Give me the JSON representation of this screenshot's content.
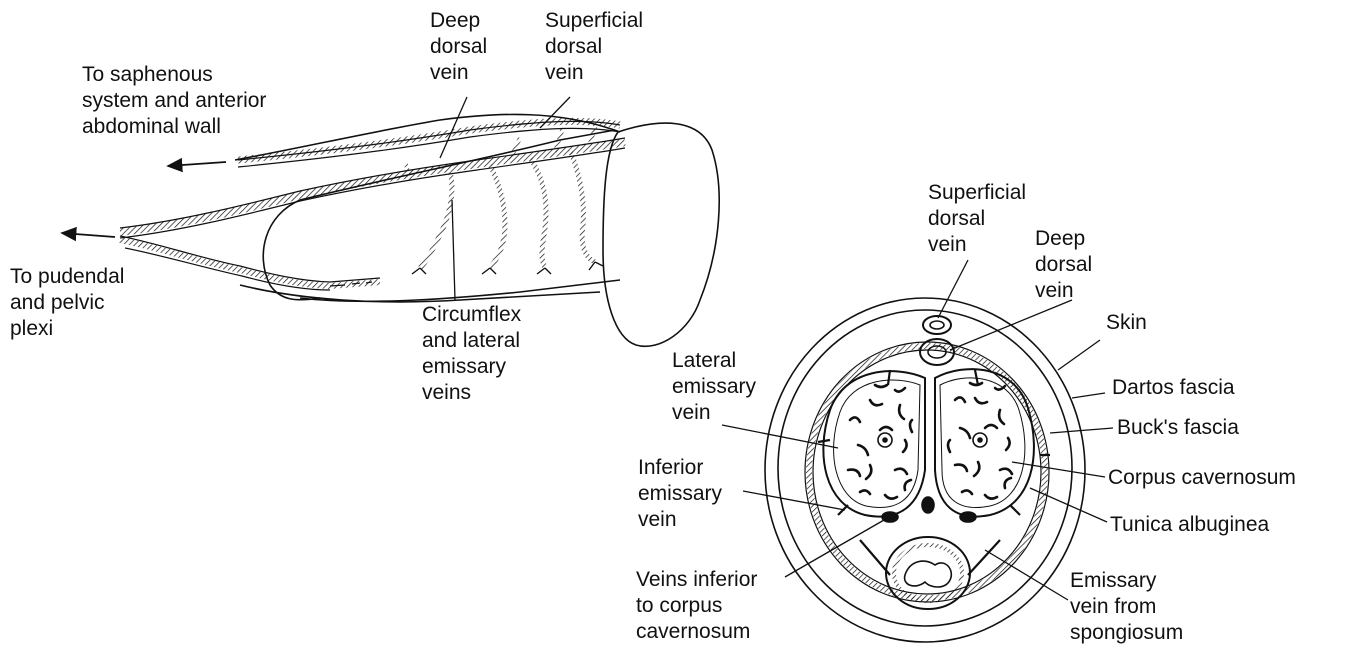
{
  "colors": {
    "ink": "#111111",
    "paper": "#ffffff"
  },
  "side_view": {
    "labels": {
      "deep_dorsal_vein": "Deep\ndorsal\nvein",
      "superficial_dorsal_vein": "Superficial\ndorsal\nvein",
      "to_saphenous": "To saphenous\nsystem and anterior\nabdominal wall",
      "to_pudendal": "To pudendal\nand pelvic\nplexi",
      "circumflex": "Circumflex\nand lateral\nemissary\nveins"
    }
  },
  "cross_section": {
    "labels": {
      "superficial_dorsal_vein": "Superficial\ndorsal\nvein",
      "deep_dorsal_vein": "Deep\ndorsal\nvein",
      "skin": "Skin",
      "dartos_fascia": "Dartos fascia",
      "bucks_fascia": "Buck's fascia",
      "corpus_cavernosum": "Corpus cavernosum",
      "tunica_albuginea": "Tunica albuginea",
      "lateral_emissary_vein": "Lateral\nemissary\nvein",
      "inferior_emissary_vein": "Inferior\nemissary\nvein",
      "veins_inferior": "Veins inferior\nto corpus\ncavernosum",
      "emissary_from_spongiosum": "Emissary\nvein from\nspongiosum"
    }
  }
}
